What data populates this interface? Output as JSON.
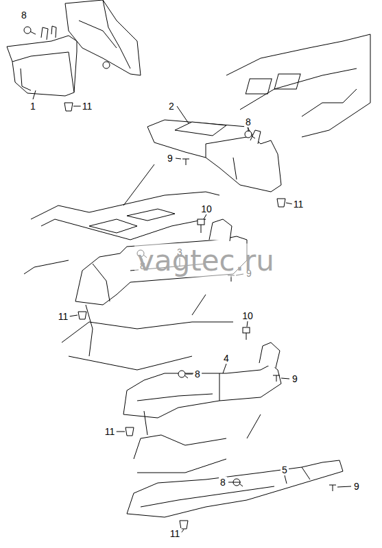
{
  "diagram": {
    "labels": [
      "8",
      "1",
      "11",
      "2",
      "8",
      "9",
      "11",
      "10",
      "3",
      "8",
      "9",
      "11",
      "10",
      "4",
      "8",
      "9",
      "11",
      "8",
      "5",
      "9",
      "11",
      "vagtec.ru"
    ]
  }
}
